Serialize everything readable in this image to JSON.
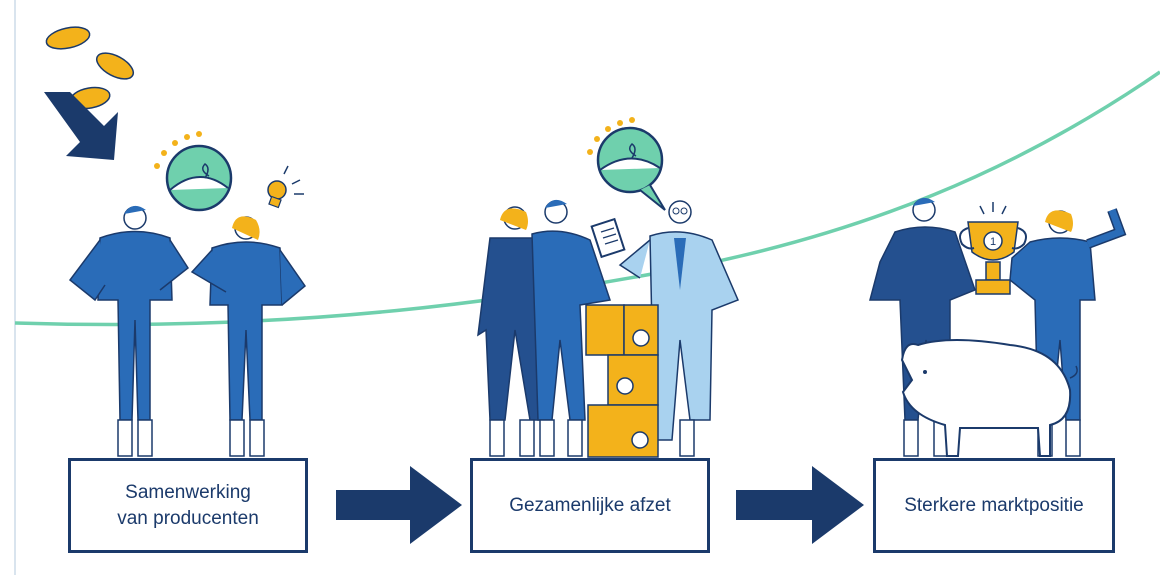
{
  "steps": [
    {
      "line1": "Samenwerking",
      "line2": "van producenten"
    },
    {
      "line1": "Gezamenlijke afzet"
    },
    {
      "line1": "Sterkere marktpositie"
    }
  ],
  "icons": [
    "coin-icon",
    "down-arrow-icon",
    "chat-bubble-icon",
    "stars-icon",
    "lightbulb-icon",
    "clipboard-icon",
    "trophy-icon",
    "pig-icon",
    "box-icon",
    "right-arrow-icon"
  ],
  "trophy_number": "1",
  "colors": {
    "navy": "#1b3a6b",
    "blue": "#2a6cb8",
    "dark_blue": "#24508f",
    "mint": "#6fd0ad",
    "orange": "#f3b21b",
    "light_blue": "#a9d2ef",
    "skin": "#ffffff"
  }
}
